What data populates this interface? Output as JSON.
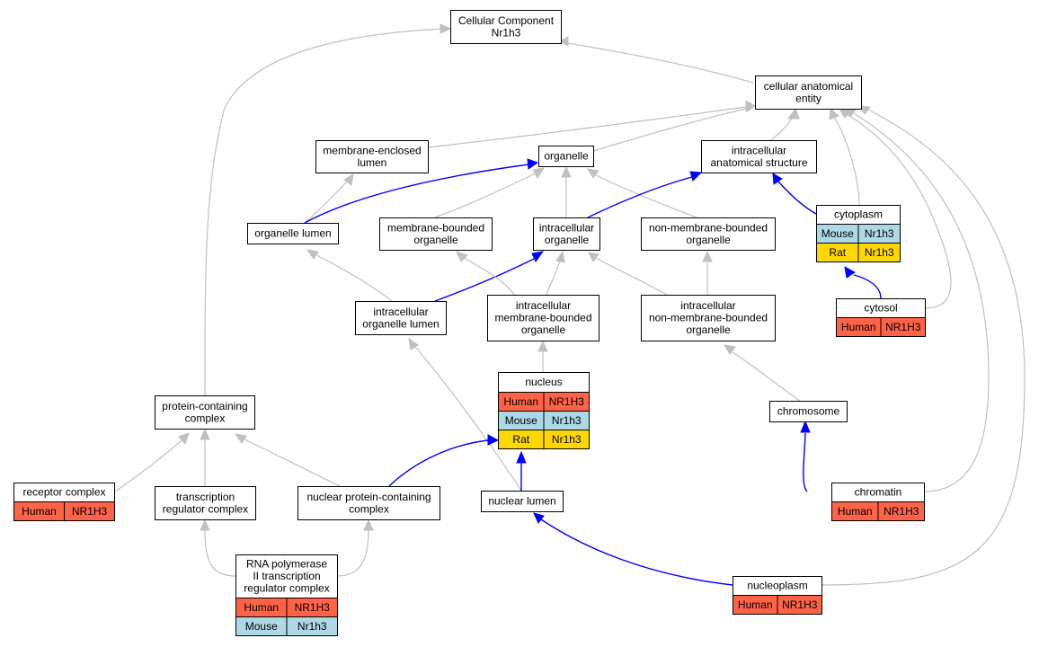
{
  "colors": {
    "human": "#ff6347",
    "mouse": "#add8e6",
    "rat": "#ffd700",
    "edge_inferred": "#c0c0c0",
    "edge_annotated": "#0000ff"
  },
  "nodes": {
    "root": {
      "lines": [
        "Cellular Component",
        "Nr1h3"
      ]
    },
    "cae": {
      "lines": [
        "cellular anatomical",
        "entity"
      ]
    },
    "mel": {
      "lines": [
        "membrane-enclosed",
        "lumen"
      ]
    },
    "organelle": {
      "lines": [
        "organelle"
      ]
    },
    "ias": {
      "lines": [
        "intracellular",
        "anatomical structure"
      ]
    },
    "orglumen": {
      "lines": [
        "organelle lumen"
      ]
    },
    "mbo": {
      "lines": [
        "membrane-bounded",
        "organelle"
      ]
    },
    "io": {
      "lines": [
        "intracellular",
        "organelle"
      ]
    },
    "nmbo": {
      "lines": [
        "non-membrane-bounded",
        "organelle"
      ]
    },
    "cytoplasm": {
      "lines": [
        "cytoplasm"
      ],
      "species": [
        {
          "species": "Mouse",
          "gene": "Nr1h3"
        },
        {
          "species": "Rat",
          "gene": "Nr1h3"
        }
      ]
    },
    "iol": {
      "lines": [
        "intracellular",
        "organelle lumen"
      ]
    },
    "imbo": {
      "lines": [
        "intracellular",
        "membrane-bounded",
        "organelle"
      ]
    },
    "inmbo": {
      "lines": [
        "intracellular",
        "non-membrane-bounded",
        "organelle"
      ]
    },
    "cytosol": {
      "lines": [
        "cytosol"
      ],
      "species": [
        {
          "species": "Human",
          "gene": "NR1H3"
        }
      ]
    },
    "nucleus": {
      "lines": [
        "nucleus"
      ],
      "species": [
        {
          "species": "Human",
          "gene": "NR1H3"
        },
        {
          "species": "Mouse",
          "gene": "Nr1h3"
        },
        {
          "species": "Rat",
          "gene": "Nr1h3"
        }
      ]
    },
    "pcc": {
      "lines": [
        "protein-containing",
        "complex"
      ]
    },
    "chromosome": {
      "lines": [
        "chromosome"
      ]
    },
    "receptor": {
      "lines": [
        "receptor complex"
      ],
      "species": [
        {
          "species": "Human",
          "gene": "NR1H3"
        }
      ]
    },
    "trc": {
      "lines": [
        "transcription",
        "regulator complex"
      ]
    },
    "npcc": {
      "lines": [
        "nuclear protein-containing",
        "complex"
      ]
    },
    "nlumen": {
      "lines": [
        "nuclear lumen"
      ]
    },
    "chromatin": {
      "lines": [
        "chromatin"
      ],
      "species": [
        {
          "species": "Human",
          "gene": "NR1H3"
        }
      ]
    },
    "rnap": {
      "lines": [
        "RNA polymerase",
        "II transcription",
        "regulator complex"
      ],
      "species": [
        {
          "species": "Human",
          "gene": "NR1H3"
        },
        {
          "species": "Mouse",
          "gene": "Nr1h3"
        }
      ]
    },
    "nucleoplasm": {
      "lines": [
        "nucleoplasm"
      ],
      "species": [
        {
          "species": "Human",
          "gene": "NR1H3"
        }
      ]
    }
  }
}
